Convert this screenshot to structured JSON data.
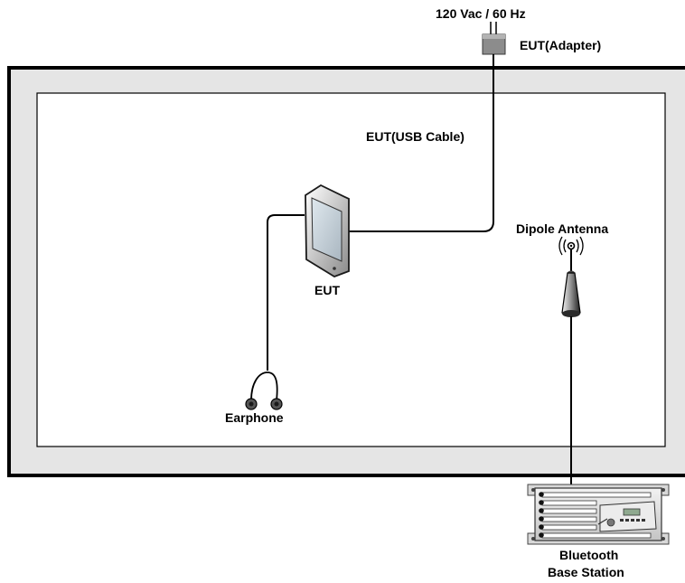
{
  "power": {
    "label": "120 Vac / 60 Hz"
  },
  "adapter": {
    "label": "EUT(Adapter)"
  },
  "usb_cable": {
    "label": "EUT(USB Cable)"
  },
  "eut": {
    "label": "EUT"
  },
  "antenna": {
    "label": "Dipole Antenna"
  },
  "earphone": {
    "label": "Earphone"
  },
  "base_station": {
    "label_line1": "Bluetooth",
    "label_line2": "Base Station"
  },
  "colors": {
    "chamber_fill": "#e5e5e5",
    "chamber_border": "#000000",
    "inner_area": "#ffffff",
    "cable": "#000000"
  }
}
